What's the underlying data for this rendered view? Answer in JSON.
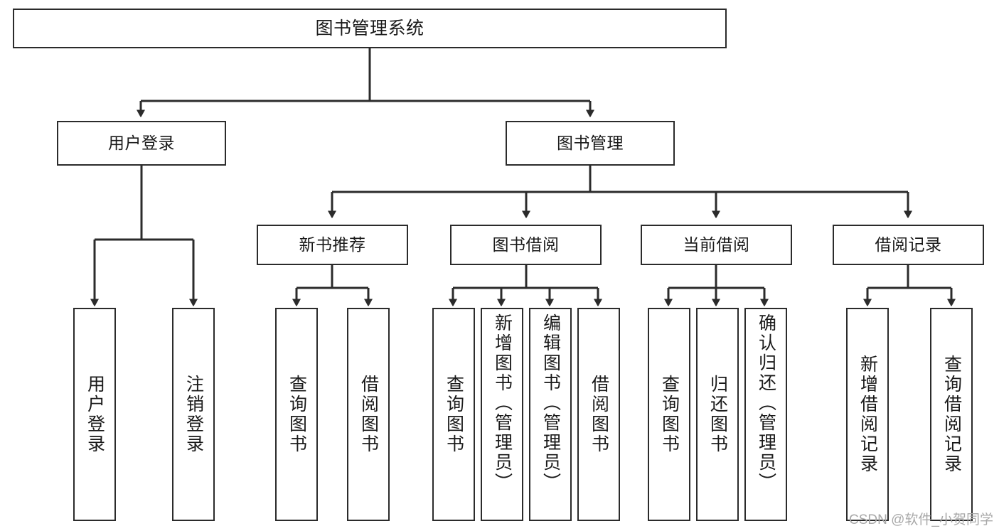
{
  "diagram": {
    "title": "图书管理系统",
    "type": "tree-hierarchy-chart",
    "colors": {
      "stroke": "#2b2b2b",
      "fill": "#ffffff",
      "text": "#1a1a1a",
      "watermark": "#a8a8a8"
    },
    "root": {
      "label": "图书管理系统"
    },
    "level2": [
      {
        "label": "用户登录"
      },
      {
        "label": "图书管理"
      }
    ],
    "level3": [
      {
        "label": "新书推荐"
      },
      {
        "label": "图书借阅"
      },
      {
        "label": "当前借阅"
      },
      {
        "label": "借阅记录"
      }
    ],
    "leaves": {
      "user_login": [
        {
          "label": "用户登录"
        },
        {
          "label": "注销登录"
        }
      ],
      "new_book_recommend": [
        {
          "label": "查询图书"
        },
        {
          "label": "借阅图书"
        }
      ],
      "book_borrow": [
        {
          "label": "查询图书"
        },
        {
          "label": "新增图书（管理员）"
        },
        {
          "label": "编辑图书（管理员）"
        },
        {
          "label": "借阅图书"
        }
      ],
      "current_borrow": [
        {
          "label": "查询图书"
        },
        {
          "label": "归还图书"
        },
        {
          "label": "确认归还（管理员）"
        }
      ],
      "borrow_record": [
        {
          "label": "新增借阅记录"
        },
        {
          "label": "查询借阅记录"
        }
      ]
    }
  },
  "watermark": {
    "text": "CSDN @软件_小贺同学"
  }
}
